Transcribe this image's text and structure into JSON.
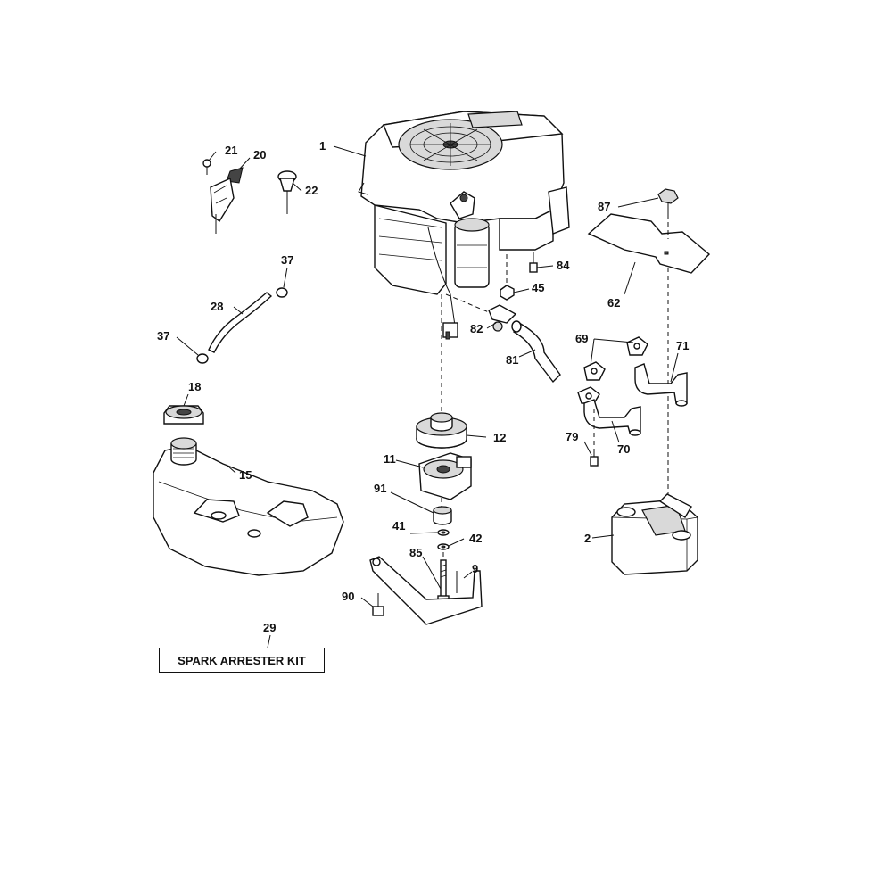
{
  "callouts": [
    {
      "id": "1",
      "label": "1"
    },
    {
      "id": "2",
      "label": "2"
    },
    {
      "id": "9",
      "label": "9"
    },
    {
      "id": "11",
      "label": "11"
    },
    {
      "id": "12",
      "label": "12"
    },
    {
      "id": "15",
      "label": "15"
    },
    {
      "id": "18",
      "label": "18"
    },
    {
      "id": "20",
      "label": "20"
    },
    {
      "id": "21",
      "label": "21"
    },
    {
      "id": "22",
      "label": "22"
    },
    {
      "id": "28",
      "label": "28"
    },
    {
      "id": "29",
      "label": "29"
    },
    {
      "id": "37a",
      "label": "37"
    },
    {
      "id": "37b",
      "label": "37"
    },
    {
      "id": "41",
      "label": "41"
    },
    {
      "id": "42",
      "label": "42"
    },
    {
      "id": "45",
      "label": "45"
    },
    {
      "id": "62",
      "label": "62"
    },
    {
      "id": "69",
      "label": "69"
    },
    {
      "id": "70",
      "label": "70"
    },
    {
      "id": "71",
      "label": "71"
    },
    {
      "id": "79",
      "label": "79"
    },
    {
      "id": "81",
      "label": "81"
    },
    {
      "id": "82",
      "label": "82"
    },
    {
      "id": "84",
      "label": "84"
    },
    {
      "id": "85",
      "label": "85"
    },
    {
      "id": "87",
      "label": "87"
    },
    {
      "id": "90",
      "label": "90"
    },
    {
      "id": "91",
      "label": "91"
    }
  ],
  "spark_arrester_kit": "SPARK ARRESTER KIT"
}
